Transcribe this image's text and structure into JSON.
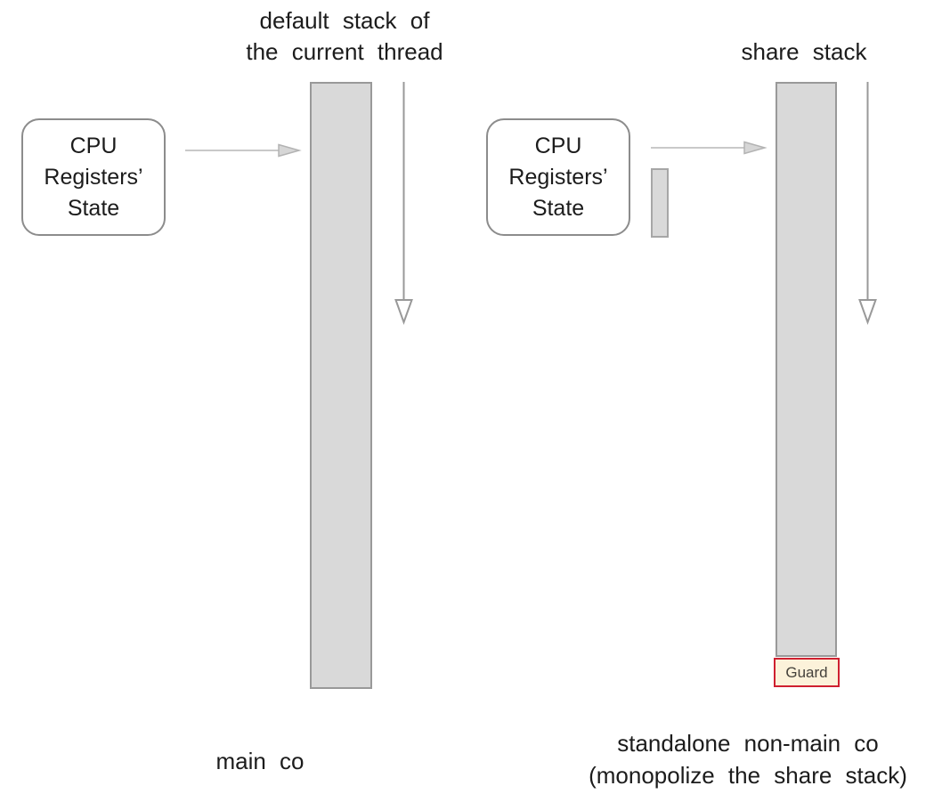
{
  "left_diagram": {
    "title": "default stack of\nthe current thread",
    "cpu_box_label": "CPU\nRegisters’\nState",
    "caption": "main co"
  },
  "right_diagram": {
    "title": "share stack",
    "cpu_box_label": "CPU\nRegisters’\nState",
    "guard_label": "Guard",
    "caption": "standalone non-main co\n(monopolize the share stack)"
  },
  "icons": {
    "right_arrow": "right-arrow-icon",
    "down_arrow": "down-arrow-icon"
  },
  "colors": {
    "stack_fill": "#d9d9d9",
    "stack_border": "#999999",
    "box_border": "#8c8c8c",
    "horizontal_arrow": "#c9c9c9",
    "vertical_arrow": "#999999",
    "guard_fill": "#fcf2da",
    "guard_border": "#cf2030",
    "guard_text": "#45413b",
    "text": "#1c1c1c",
    "background": "#ffffff"
  }
}
